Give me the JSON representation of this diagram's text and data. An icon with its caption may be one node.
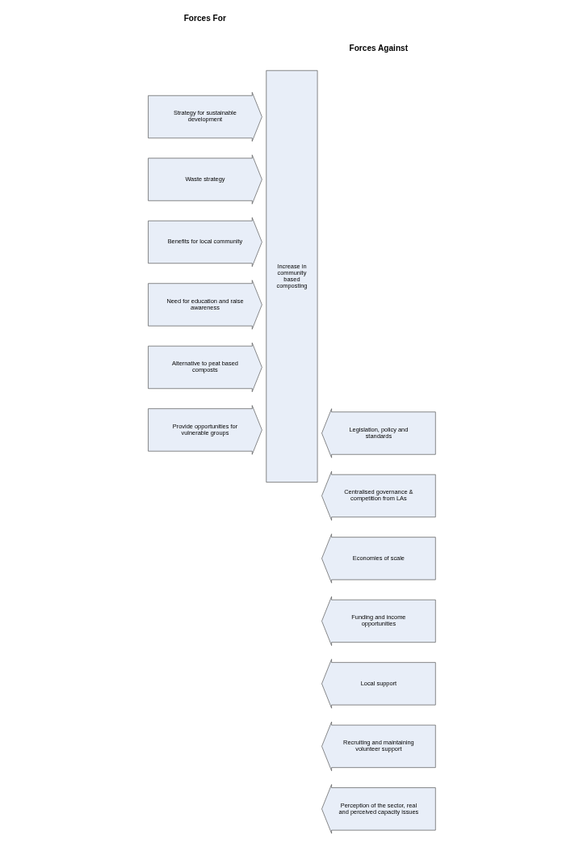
{
  "diagram": {
    "nodes": [
      {
        "text": [
          "Strategy for sustainable development"
        ]
      },
      {
        "text": [
          "Waste strategy"
        ]
      },
      {
        "text": [
          "Benefits for local community"
        ]
      },
      {
        "text": [
          "Need for education and raise awareness"
        ]
      },
      {
        "text": [
          "Alternative to peat based composts"
        ]
      },
      {
        "text": [
          "Provide opportunities for vulnerable groups"
        ]
      },
      {
        "text": [
          "Increase in community based composting"
        ]
      },
      {
        "text": [
          "Legislation, policy and standards"
        ]
      },
      {
        "text": [
          "Centralised governance & competition from LAs"
        ]
      },
      {
        "text": [
          "Economies of scale"
        ]
      },
      {
        "text": [
          "Funding and income opportunities"
        ]
      },
      {
        "text": [
          "Local support"
        ]
      },
      {
        "text": [
          "Recruiting and maintaining volunteer support"
        ]
      },
      {
        "text": [
          "Perception of the sector, real and perceived capacity issues"
        ]
      }
    ],
    "edges": [],
    "labels": [
      "Forces For",
      "Forces Against"
    ]
  }
}
